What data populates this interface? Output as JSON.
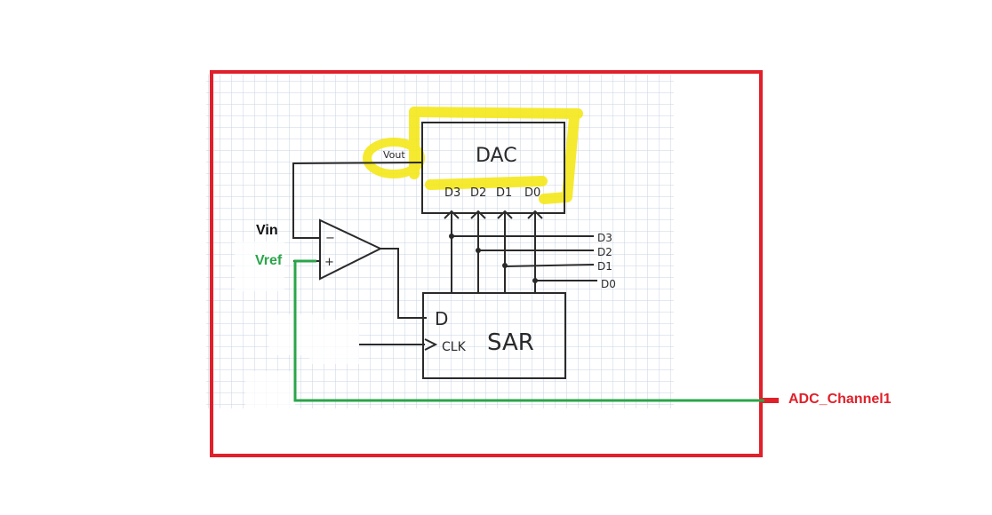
{
  "diagram": {
    "dac": {
      "title": "DAC",
      "vout_label": "Vout",
      "inputs": [
        "D3",
        "D2",
        "D1",
        "D0"
      ]
    },
    "sar": {
      "title": "SAR",
      "d_pin": "D",
      "clk_pin": "CLK"
    },
    "comparator": {
      "minus": "−",
      "plus": "+"
    },
    "bus_labels": [
      "D3",
      "D2",
      "D1",
      "D0"
    ],
    "labels": {
      "vin": "Vin",
      "vref": "Vref",
      "channel": "ADC_Channel1"
    },
    "colors": {
      "frame": "#e0202a",
      "vref_wire": "#2aa54a",
      "highlight": "#f5e81a",
      "ink": "#2a2a2a",
      "grid": "#c9d3e3"
    }
  }
}
